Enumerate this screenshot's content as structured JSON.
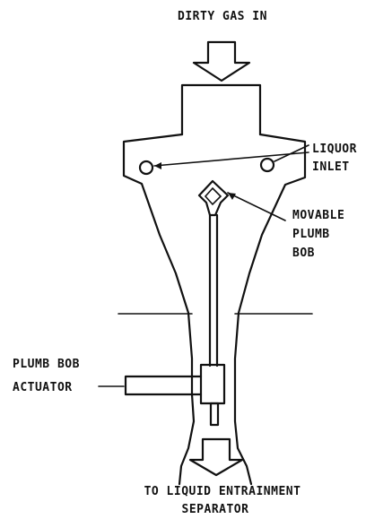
{
  "labels": {
    "inlet": "DIRTY GAS IN",
    "liquor_line1": "LIQUOR",
    "liquor_line2": "INLET",
    "bob_line1": "MOVABLE",
    "bob_line2": "PLUMB",
    "bob_line3": "BOB",
    "actuator_line1": "PLUMB BOB",
    "actuator_line2": "ACTUATOR",
    "outlet_line1": "TO LIQUID ENTRAINMENT",
    "outlet_line2": "SEPARATOR"
  }
}
